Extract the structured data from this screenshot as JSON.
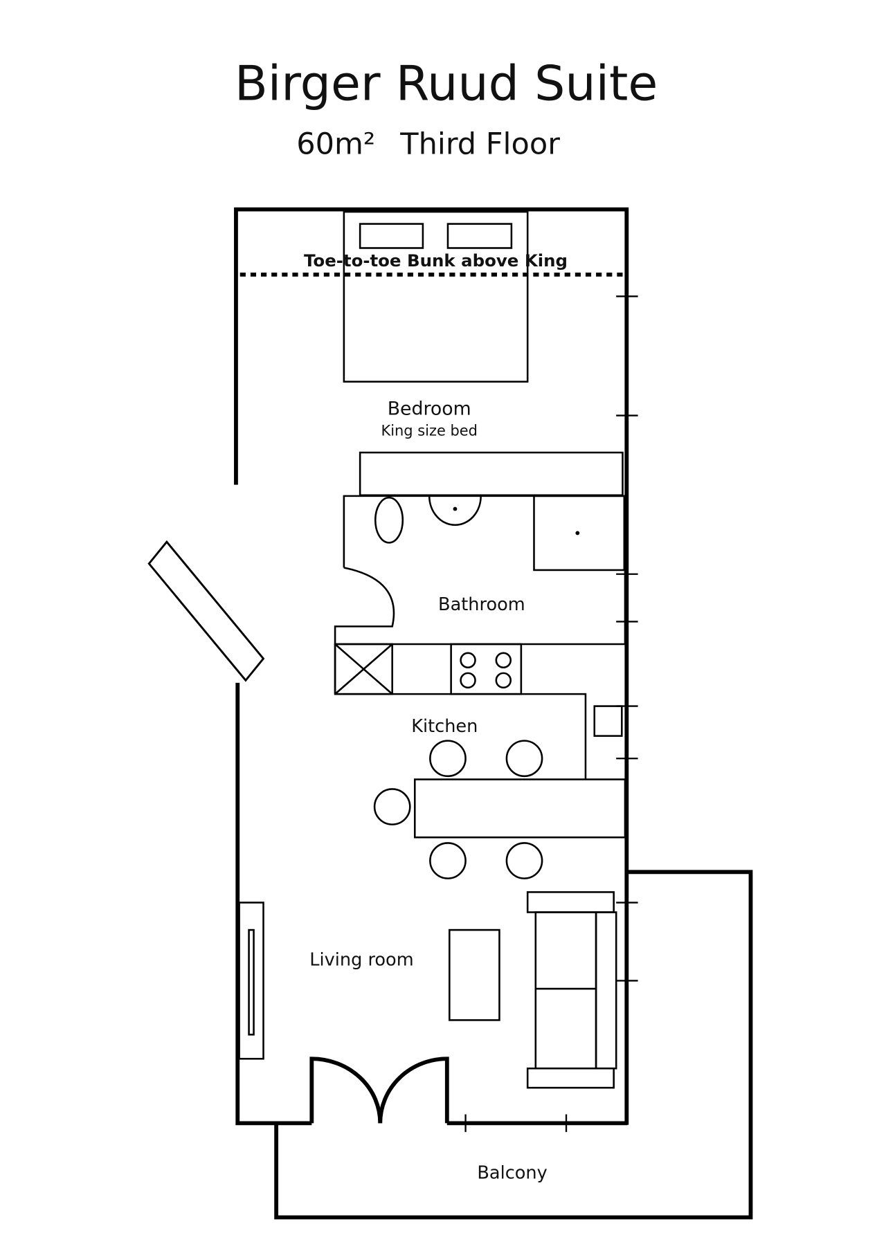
{
  "title": "Birger Ruud Suite",
  "subtitle": {
    "area": "60m²",
    "floor": "Third Floor"
  },
  "annotations": {
    "bunk_note": "Toe-to-toe Bunk above King"
  },
  "rooms": {
    "bedroom": {
      "label": "Bedroom",
      "detail": "King size bed"
    },
    "bathroom": {
      "label": "Bathroom"
    },
    "kitchen": {
      "label": "Kitchen"
    },
    "living_room": {
      "label": "Living room"
    },
    "balcony": {
      "label": "Balcony"
    }
  }
}
